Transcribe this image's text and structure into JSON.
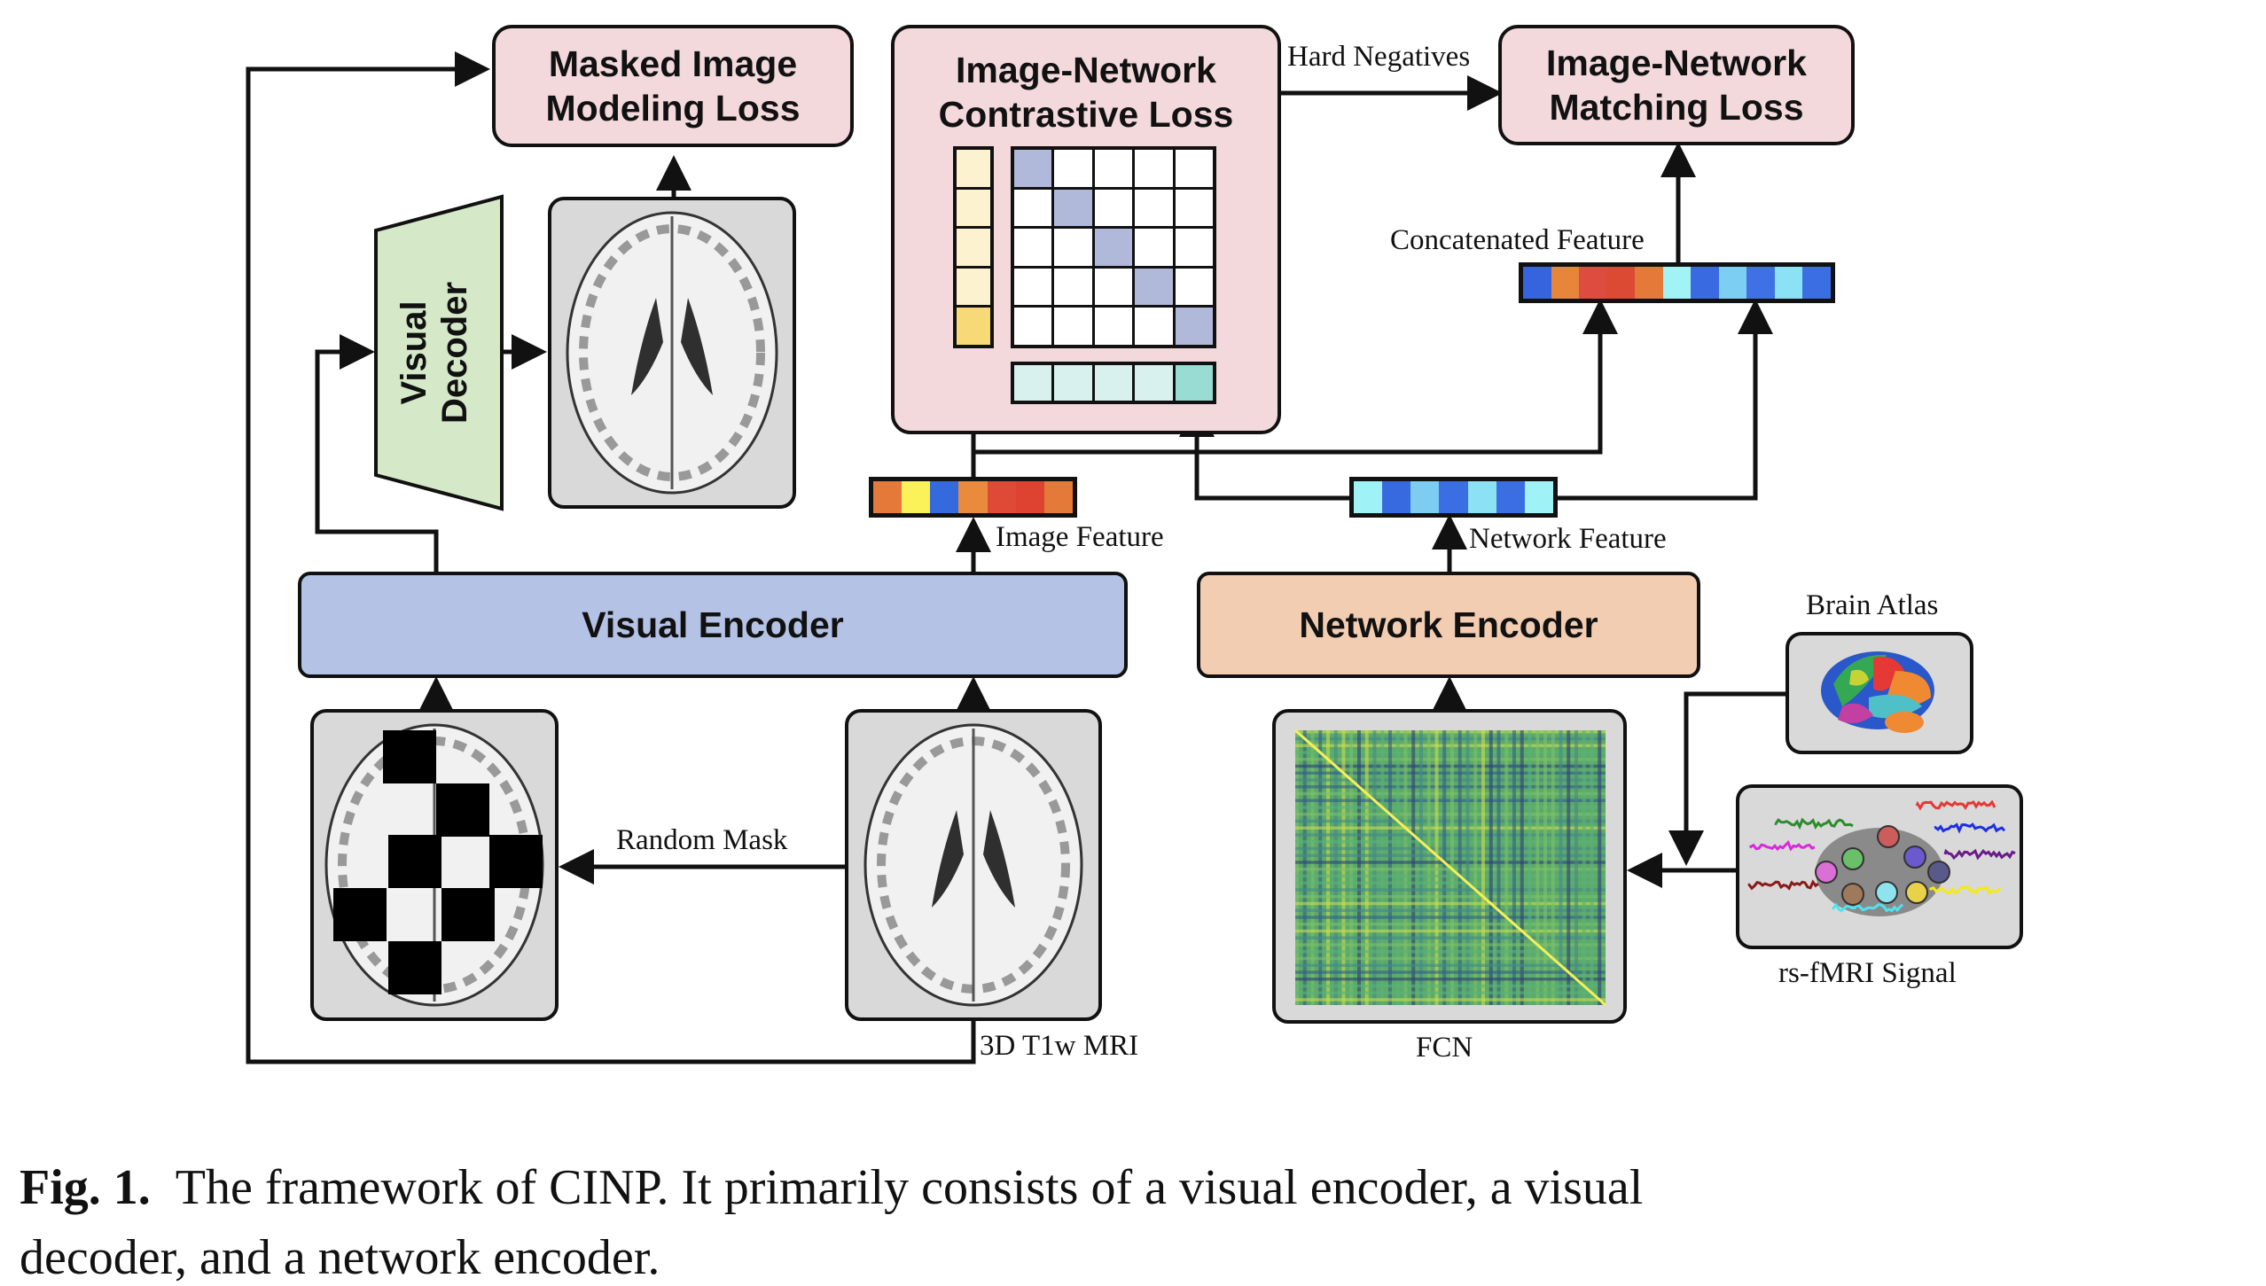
{
  "diagram": {
    "losses": {
      "mim": "Masked Image Modeling Loss",
      "mim_line1": "Masked Image",
      "mim_line2": "Modeling Loss",
      "contrastive_line1": "Image-Network",
      "contrastive_line2": "Contrastive Loss",
      "matching_line1": "Image-Network",
      "matching_line2": "Matching Loss"
    },
    "modules": {
      "visual_decoder_line1": "Visual",
      "visual_decoder_line2": "Decoder",
      "visual_encoder": "Visual Encoder",
      "network_encoder": "Network Encoder"
    },
    "labels": {
      "hard_negatives": "Hard Negatives",
      "concatenated_feature": "Concatenated Feature",
      "image_feature": "Image Feature",
      "network_feature": "Network Feature",
      "random_mask": "Random Mask",
      "t1w_mri": "3D T1w MRI",
      "fcn": "FCN",
      "brain_atlas": "Brain Atlas",
      "rs_fmri": "rs-fMRI Signal"
    },
    "colors": {
      "loss_fill": "#f3d9dc",
      "decoder_fill": "#d5e8c8",
      "visual_encoder_fill": "#b4c2e6",
      "network_encoder_fill": "#f3cdb1",
      "panel_fill": "#d9d9d9",
      "similarity_diag": "#b0b9d9",
      "image_vec_light": "#fdf2d0",
      "image_vec_strong": "#f7d978",
      "net_vec_light": "#d9f1ee",
      "net_vec_strong": "#98dcd4"
    },
    "image_feature_colors": [
      "#e5793a",
      "#fbf25a",
      "#3569de",
      "#e98a3c",
      "#df4a37",
      "#dd4330",
      "#e47a3a"
    ],
    "network_feature_colors": [
      "#9ff2f5",
      "#3769e0",
      "#7ccdf0",
      "#3a6ee2",
      "#8ce2f4",
      "#3b6ee3",
      "#9ff2f5"
    ],
    "concat_feature_colors": [
      "#3564de",
      "#e7853a",
      "#dd4c3f",
      "#dc4a33",
      "#e4793a",
      "#a1f3f6",
      "#396ae1",
      "#7ccff2",
      "#3e72e4",
      "#8be2f4",
      "#3b6ee3"
    ]
  },
  "caption": {
    "label": "Fig. 1.",
    "line1": "The framework of CINP. It primarily consists of a visual encoder, a visual",
    "line2": "decoder, and a network encoder."
  }
}
